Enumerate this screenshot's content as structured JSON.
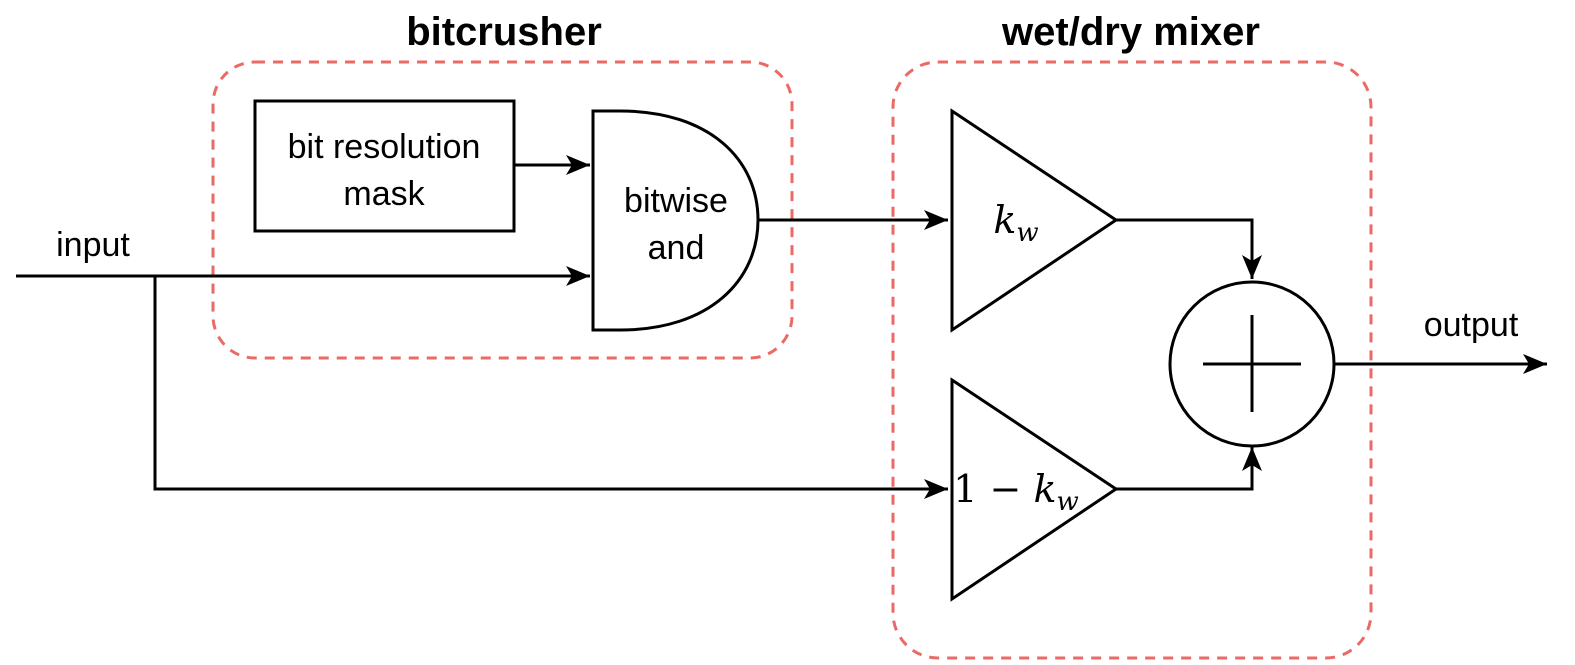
{
  "groups": {
    "bitcrusher": {
      "title": "bitcrusher"
    },
    "mixer": {
      "title": "wet/dry mixer"
    }
  },
  "blocks": {
    "mask": {
      "line1": "bit resolution",
      "line2": "mask"
    },
    "and_gate": {
      "line1": "bitwise",
      "line2": "and"
    },
    "gain_wet": {
      "var": "k",
      "sub": "w"
    },
    "gain_dry": {
      "prefix": "1 − ",
      "var": "k",
      "sub": "w"
    }
  },
  "signals": {
    "input": "input",
    "output": "output"
  },
  "colors": {
    "group_border": "#ea6b66",
    "stroke": "#000000"
  }
}
